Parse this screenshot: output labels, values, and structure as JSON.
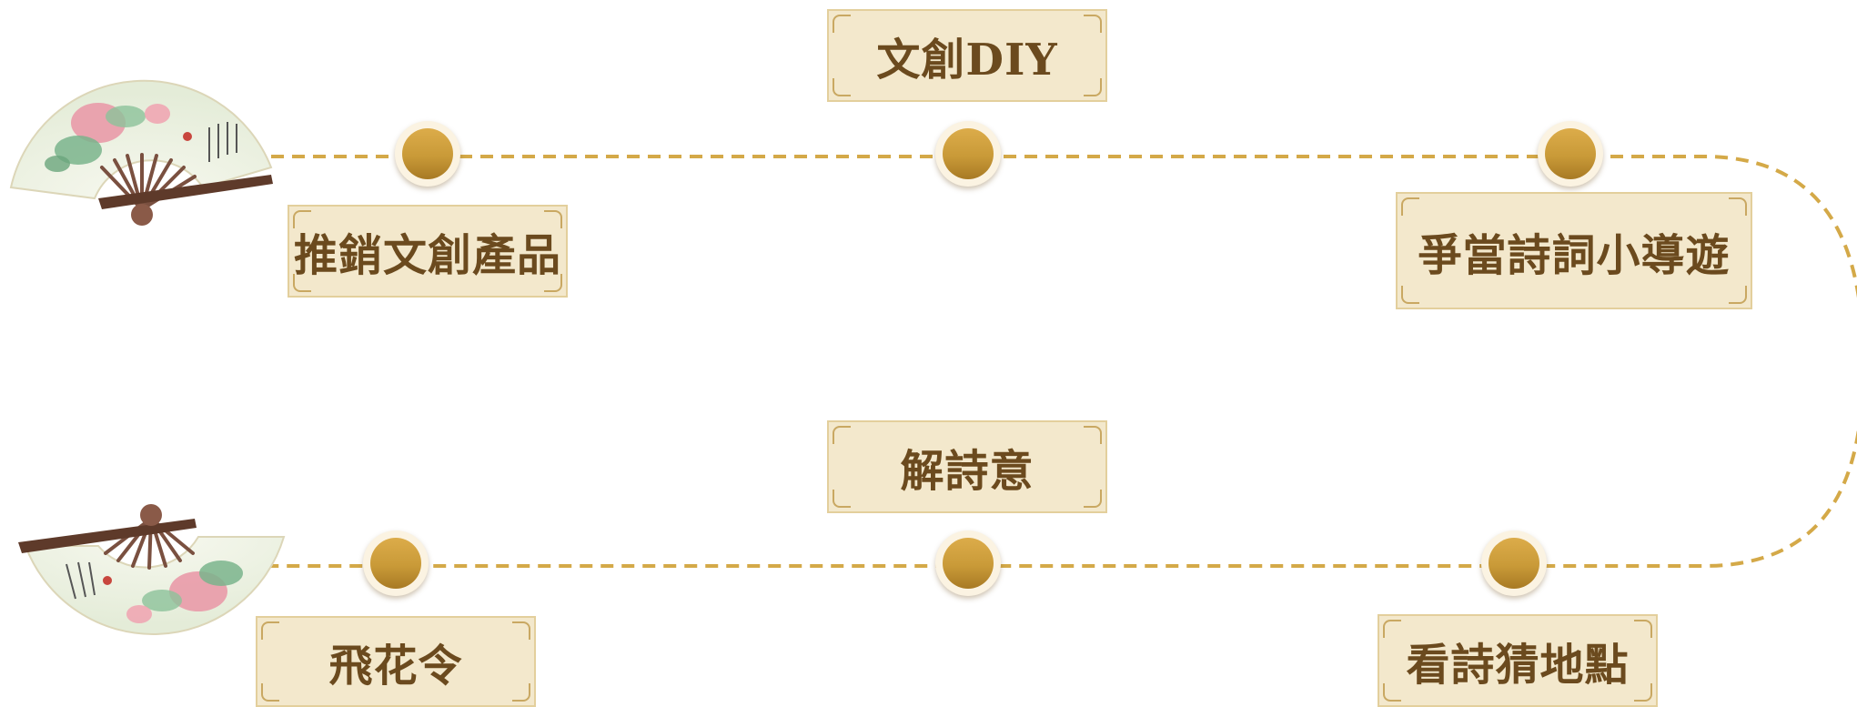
{
  "colors": {
    "path": "#d4a948",
    "box_fill": "#f3e8cc",
    "box_border": "#e3cf9c",
    "text": "#6b4a1e",
    "node_gold": "#c99a38",
    "fan_paper": "#eef3e4",
    "fan_rib": "#6e4a3c"
  },
  "icons": {
    "fan_top": "folding-fan-icon",
    "fan_bottom": "folding-fan-icon"
  },
  "steps": [
    {
      "label": "推銷文創產品"
    },
    {
      "label": "文創DIY"
    },
    {
      "label": "爭當詩詞小導遊"
    },
    {
      "label": "看詩猜地點"
    },
    {
      "label": "解詩意"
    },
    {
      "label": "飛花令"
    }
  ]
}
